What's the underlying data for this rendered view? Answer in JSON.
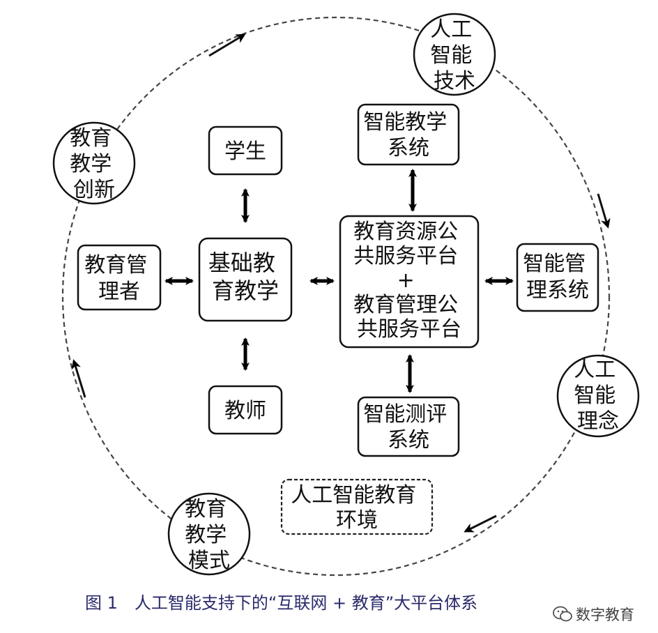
{
  "diagram": {
    "outer_labels": {
      "ai_tech": [
        "人工",
        "智能",
        "技术"
      ],
      "edu_innovation": [
        "教育",
        "教学",
        "创新"
      ],
      "ai_concept": [
        "人工",
        "智能",
        "理念"
      ],
      "edu_mode": [
        "教育",
        "教学",
        "模式"
      ]
    },
    "boxes": {
      "student": [
        "学生"
      ],
      "teacher": [
        "教师"
      ],
      "edu_manager": [
        "教育管",
        "理者"
      ],
      "basic_teaching": [
        "基础教",
        "育教学"
      ],
      "smart_teaching_system": [
        "智能教学",
        "系统"
      ],
      "platform": [
        "教育资源公",
        "共服务平台",
        "+",
        "教育管理公",
        "共服务平台"
      ],
      "smart_management_system": [
        "智能管",
        "理系统"
      ],
      "smart_evaluation_system": [
        "智能测评",
        "系统"
      ],
      "ai_edu_environment": [
        "人工智能教育",
        "环境"
      ]
    }
  },
  "caption": "图 1　人工智能支持下的“互联网 + 教育”大平台体系",
  "watermark": {
    "text": "数字教育",
    "icon": "wechat-icon"
  }
}
